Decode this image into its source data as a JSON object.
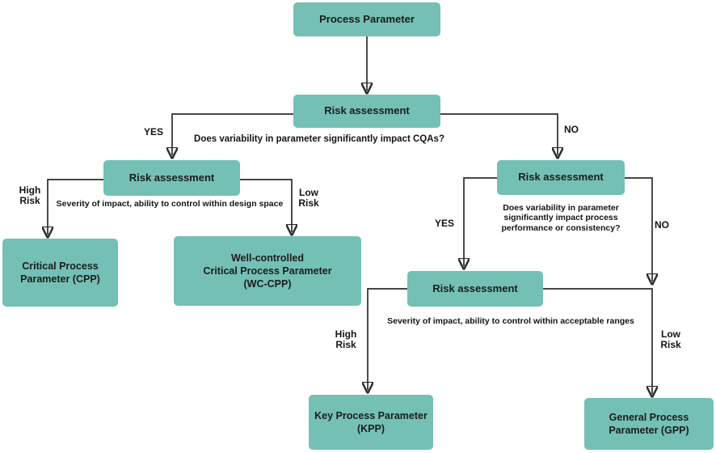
{
  "figure": {
    "title_semantic": "Process parameter risk-assessment decision tree",
    "colors": {
      "node_fill": "#74c0b5",
      "node_text": "#1c1c1c",
      "line": "#2d2d2d",
      "background": "#ffffff"
    },
    "nodes": {
      "process_parameter": "Process Parameter",
      "risk_assessment_1": "Risk assessment",
      "risk_assessment_2": "Risk assessment",
      "risk_assessment_3": "Risk assessment",
      "risk_assessment_4": "Risk assessment",
      "cpp": "Critical Process\nParameter (CPP)",
      "wc_cpp": "Well-controlled\nCritical Process Parameter\n(WC-CPP)",
      "kpp": "Key Process Parameter\n(KPP)",
      "gpp": "General Process\nParameter (GPP)"
    },
    "questions": {
      "q1": "Does variability in parameter significantly impact CQAs?",
      "q2": "Does variability in parameter\nsignificantly impact process\nperformance or consistency?",
      "criteria_1": "Severity of impact, ability to control within design space",
      "criteria_2": "Severity of impact, ability to control within acceptable ranges"
    },
    "edge_labels": {
      "yes_1": "YES",
      "no_1": "NO",
      "high_risk_1": "High\nRisk",
      "low_risk_1": "Low\nRisk",
      "yes_2": "YES",
      "no_2": "NO",
      "high_risk_2": "High\nRisk",
      "low_risk_2": "Low\nRisk"
    }
  }
}
